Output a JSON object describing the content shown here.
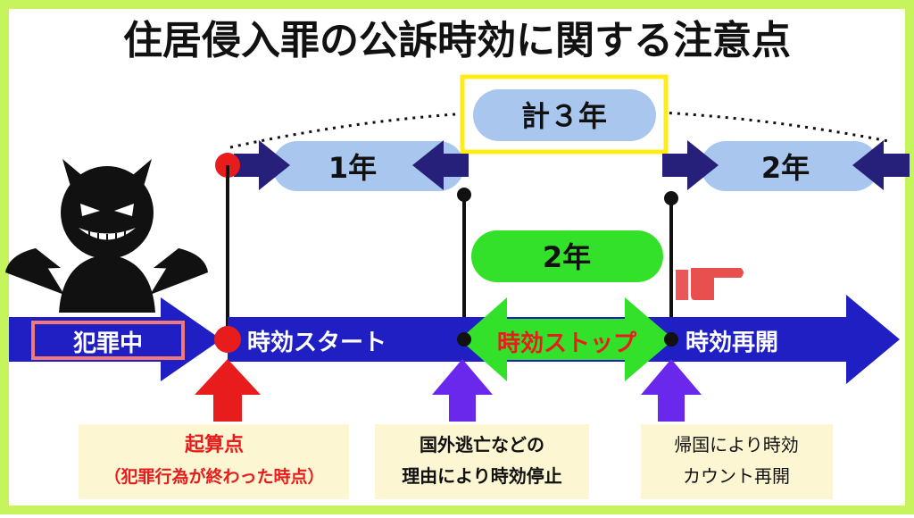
{
  "title": "住居侵入罪の公訴時効に関する注意点",
  "labels": {
    "total": "計３年",
    "first_period": "1年",
    "second_period": "2年",
    "pause_period": "2年"
  },
  "timeline": {
    "crime": "犯罪中",
    "start": "時効スタート",
    "stop": "時効ストップ",
    "resume": "時効再開"
  },
  "notes": {
    "origin_title": "起算点",
    "origin_sub": "（犯罪行為が終わった時点）",
    "stop_line1": "国外逃亡などの",
    "stop_line2": "理由により時効停止",
    "resume_line1": "帰国により時効",
    "resume_line2": "カウント再開"
  },
  "colors": {
    "frame": "#c6f45c",
    "timeline": "#1f1fc4",
    "period_box": "#a9c7ee",
    "period_arrow": "#27207a",
    "green": "#33e12a",
    "red": "#e81c1c",
    "purple": "#6a28ec",
    "note_bg": "#fdf6d3",
    "total_border": "#ffec1a"
  }
}
